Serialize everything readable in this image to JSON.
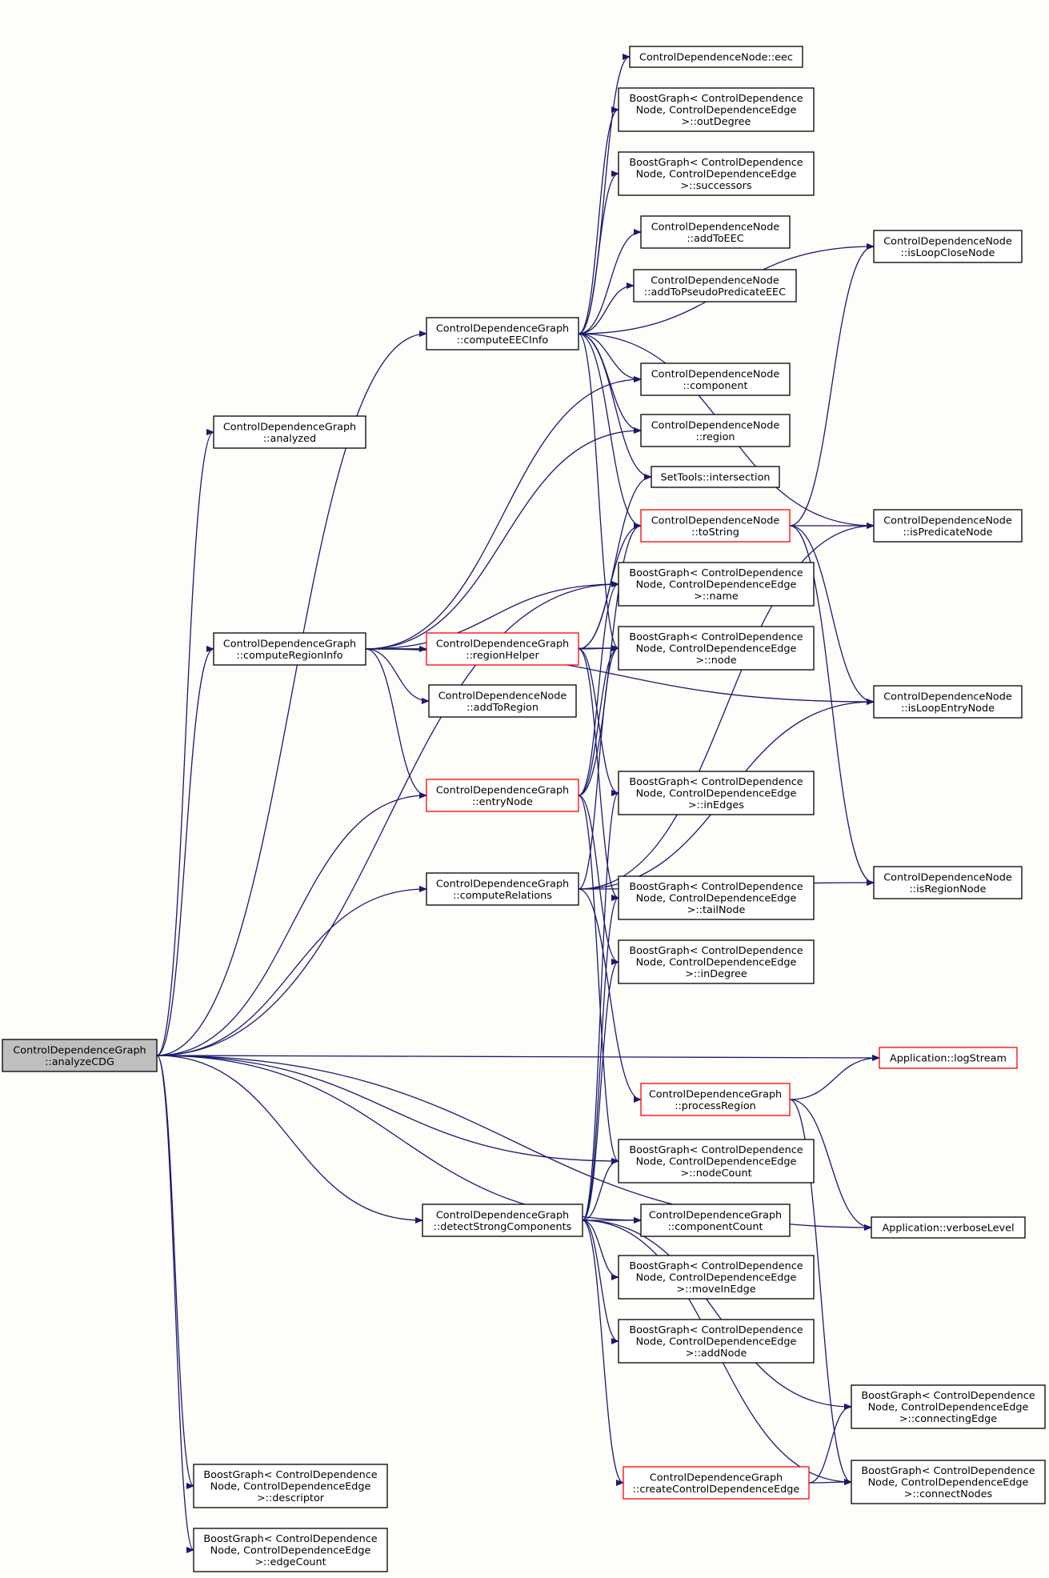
{
  "colors": {
    "edge": "#191970",
    "box_border": "#000000",
    "box_border_highlight": "#ff0000",
    "box_fill": "#ffffff",
    "root_fill": "#bfbfbf",
    "background": "#fdfdf9"
  },
  "nodes": [
    {
      "id": "analyzeCDG",
      "lines": [
        "ControlDependenceGraph",
        "::analyzeCDG"
      ],
      "style": "root"
    },
    {
      "id": "analyzed",
      "lines": [
        "ControlDependenceGraph",
        "::analyzed"
      ],
      "style": "normal"
    },
    {
      "id": "computeEECInfo",
      "lines": [
        "ControlDependenceGraph",
        "::computeEECInfo"
      ],
      "style": "normal"
    },
    {
      "id": "computeRegionInfo",
      "lines": [
        "ControlDependenceGraph",
        "::computeRegionInfo"
      ],
      "style": "normal"
    },
    {
      "id": "regionHelper",
      "lines": [
        "ControlDependenceGraph",
        "::regionHelper"
      ],
      "style": "highlight"
    },
    {
      "id": "addToRegion",
      "lines": [
        "ControlDependenceNode",
        "::addToRegion"
      ],
      "style": "normal"
    },
    {
      "id": "entryNode",
      "lines": [
        "ControlDependenceGraph",
        "::entryNode"
      ],
      "style": "highlight"
    },
    {
      "id": "computeRelations",
      "lines": [
        "ControlDependenceGraph",
        "::computeRelations"
      ],
      "style": "normal"
    },
    {
      "id": "detectStrongComponents",
      "lines": [
        "ControlDependenceGraph",
        "::detectStrongComponents"
      ],
      "style": "normal"
    },
    {
      "id": "descriptor",
      "lines": [
        "BoostGraph< ControlDependence",
        "Node, ControlDependenceEdge",
        ">::descriptor"
      ],
      "style": "normal"
    },
    {
      "id": "edgeCount",
      "lines": [
        "BoostGraph< ControlDependence",
        "Node, ControlDependenceEdge",
        ">::edgeCount"
      ],
      "style": "normal"
    },
    {
      "id": "eec",
      "lines": [
        "ControlDependenceNode::eec"
      ],
      "style": "normal"
    },
    {
      "id": "outDegree",
      "lines": [
        "BoostGraph< ControlDependence",
        "Node, ControlDependenceEdge",
        ">::outDegree"
      ],
      "style": "normal"
    },
    {
      "id": "successors",
      "lines": [
        "BoostGraph< ControlDependence",
        "Node, ControlDependenceEdge",
        ">::successors"
      ],
      "style": "normal"
    },
    {
      "id": "addToEEC",
      "lines": [
        "ControlDependenceNode",
        "::addToEEC"
      ],
      "style": "normal"
    },
    {
      "id": "addToPseudoPredicateEEC",
      "lines": [
        "ControlDependenceNode",
        "::addToPseudoPredicateEEC"
      ],
      "style": "normal"
    },
    {
      "id": "component",
      "lines": [
        "ControlDependenceNode",
        "::component"
      ],
      "style": "normal"
    },
    {
      "id": "region",
      "lines": [
        "ControlDependenceNode",
        "::region"
      ],
      "style": "normal"
    },
    {
      "id": "intersection",
      "lines": [
        "SetTools::intersection"
      ],
      "style": "normal"
    },
    {
      "id": "toString",
      "lines": [
        "ControlDependenceNode",
        "::toString"
      ],
      "style": "highlight"
    },
    {
      "id": "name",
      "lines": [
        "BoostGraph< ControlDependence",
        "Node, ControlDependenceEdge",
        ">::name"
      ],
      "style": "normal"
    },
    {
      "id": "node",
      "lines": [
        "BoostGraph< ControlDependence",
        "Node, ControlDependenceEdge",
        ">::node"
      ],
      "style": "normal"
    },
    {
      "id": "inEdges",
      "lines": [
        "BoostGraph< ControlDependence",
        "Node, ControlDependenceEdge",
        ">::inEdges"
      ],
      "style": "normal"
    },
    {
      "id": "tailNode",
      "lines": [
        "BoostGraph< ControlDependence",
        "Node, ControlDependenceEdge",
        ">::tailNode"
      ],
      "style": "normal"
    },
    {
      "id": "inDegree",
      "lines": [
        "BoostGraph< ControlDependence",
        "Node, ControlDependenceEdge",
        ">::inDegree"
      ],
      "style": "normal"
    },
    {
      "id": "processRegion",
      "lines": [
        "ControlDependenceGraph",
        "::processRegion"
      ],
      "style": "highlight"
    },
    {
      "id": "nodeCount",
      "lines": [
        "BoostGraph< ControlDependence",
        "Node, ControlDependenceEdge",
        ">::nodeCount"
      ],
      "style": "normal"
    },
    {
      "id": "componentCount",
      "lines": [
        "ControlDependenceGraph",
        "::componentCount"
      ],
      "style": "normal"
    },
    {
      "id": "moveInEdge",
      "lines": [
        "BoostGraph< ControlDependence",
        "Node, ControlDependenceEdge",
        ">::moveInEdge"
      ],
      "style": "normal"
    },
    {
      "id": "addNode",
      "lines": [
        "BoostGraph< ControlDependence",
        "Node, ControlDependenceEdge",
        ">::addNode"
      ],
      "style": "normal"
    },
    {
      "id": "createControlDependenceEdge",
      "lines": [
        "ControlDependenceGraph",
        "::createControlDependenceEdge"
      ],
      "style": "highlight"
    },
    {
      "id": "isLoopCloseNode",
      "lines": [
        "ControlDependenceNode",
        "::isLoopCloseNode"
      ],
      "style": "normal"
    },
    {
      "id": "isPredicateNode",
      "lines": [
        "ControlDependenceNode",
        "::isPredicateNode"
      ],
      "style": "normal"
    },
    {
      "id": "isLoopEntryNode",
      "lines": [
        "ControlDependenceNode",
        "::isLoopEntryNode"
      ],
      "style": "normal"
    },
    {
      "id": "isRegionNode",
      "lines": [
        "ControlDependenceNode",
        "::isRegionNode"
      ],
      "style": "normal"
    },
    {
      "id": "logStream",
      "lines": [
        "Application::logStream"
      ],
      "style": "highlight"
    },
    {
      "id": "verboseLevel",
      "lines": [
        "Application::verboseLevel"
      ],
      "style": "normal"
    },
    {
      "id": "connectingEdge",
      "lines": [
        "BoostGraph< ControlDependence",
        "Node, ControlDependenceEdge",
        ">::connectingEdge"
      ],
      "style": "normal"
    },
    {
      "id": "connectNodes",
      "lines": [
        "BoostGraph< ControlDependence",
        "Node, ControlDependenceEdge",
        ">::connectNodes"
      ],
      "style": "normal"
    }
  ],
  "edges": [
    [
      "analyzeCDG",
      "analyzed"
    ],
    [
      "analyzeCDG",
      "computeEECInfo"
    ],
    [
      "analyzeCDG",
      "computeRegionInfo"
    ],
    [
      "analyzeCDG",
      "entryNode"
    ],
    [
      "analyzeCDG",
      "computeRelations"
    ],
    [
      "analyzeCDG",
      "detectStrongComponents"
    ],
    [
      "analyzeCDG",
      "descriptor"
    ],
    [
      "analyzeCDG",
      "edgeCount"
    ],
    [
      "analyzeCDG",
      "logStream"
    ],
    [
      "analyzeCDG",
      "nodeCount"
    ],
    [
      "analyzeCDG",
      "componentCount"
    ],
    [
      "analyzeCDG",
      "verboseLevel"
    ],
    [
      "analyzeCDG",
      "name"
    ],
    [
      "computeEECInfo",
      "eec"
    ],
    [
      "computeEECInfo",
      "outDegree"
    ],
    [
      "computeEECInfo",
      "successors"
    ],
    [
      "computeEECInfo",
      "addToEEC"
    ],
    [
      "computeEECInfo",
      "addToPseudoPredicateEEC"
    ],
    [
      "computeEECInfo",
      "isLoopCloseNode"
    ],
    [
      "computeEECInfo",
      "isPredicateNode"
    ],
    [
      "computeEECInfo",
      "component"
    ],
    [
      "computeEECInfo",
      "region"
    ],
    [
      "computeEECInfo",
      "intersection"
    ],
    [
      "computeEECInfo",
      "toString"
    ],
    [
      "computeEECInfo",
      "node"
    ],
    [
      "computeRegionInfo",
      "regionHelper"
    ],
    [
      "computeRegionInfo",
      "addToRegion"
    ],
    [
      "computeRegionInfo",
      "entryNode"
    ],
    [
      "computeRegionInfo",
      "component"
    ],
    [
      "computeRegionInfo",
      "region"
    ],
    [
      "computeRegionInfo",
      "name"
    ],
    [
      "computeRegionInfo",
      "node"
    ],
    [
      "computeRegionInfo",
      "isLoopEntryNode"
    ],
    [
      "regionHelper",
      "intersection"
    ],
    [
      "regionHelper",
      "toString"
    ],
    [
      "regionHelper",
      "node"
    ],
    [
      "regionHelper",
      "inEdges"
    ],
    [
      "regionHelper",
      "tailNode"
    ],
    [
      "entryNode",
      "toString"
    ],
    [
      "entryNode",
      "name"
    ],
    [
      "entryNode",
      "node"
    ],
    [
      "entryNode",
      "inDegree"
    ],
    [
      "entryNode",
      "nodeCount"
    ],
    [
      "computeRelations",
      "isPredicateNode"
    ],
    [
      "computeRelations",
      "node"
    ],
    [
      "computeRelations",
      "isLoopEntryNode"
    ],
    [
      "computeRelations",
      "isRegionNode"
    ],
    [
      "computeRelations",
      "processRegion"
    ],
    [
      "toString",
      "isLoopCloseNode"
    ],
    [
      "toString",
      "isPredicateNode"
    ],
    [
      "toString",
      "isLoopEntryNode"
    ],
    [
      "toString",
      "isRegionNode"
    ],
    [
      "processRegion",
      "logStream"
    ],
    [
      "processRegion",
      "verboseLevel"
    ],
    [
      "processRegion",
      "connectNodes"
    ],
    [
      "detectStrongComponents",
      "nodeCount"
    ],
    [
      "detectStrongComponents",
      "componentCount"
    ],
    [
      "detectStrongComponents",
      "moveInEdge"
    ],
    [
      "detectStrongComponents",
      "addNode"
    ],
    [
      "detectStrongComponents",
      "connectingEdge"
    ],
    [
      "detectStrongComponents",
      "connectNodes"
    ],
    [
      "detectStrongComponents",
      "createControlDependenceEdge"
    ],
    [
      "detectStrongComponents",
      "inEdges"
    ],
    [
      "detectStrongComponents",
      "tailNode"
    ],
    [
      "detectStrongComponents",
      "inDegree"
    ],
    [
      "createControlDependenceEdge",
      "connectingEdge"
    ],
    [
      "createControlDependenceEdge",
      "connectNodes"
    ]
  ]
}
